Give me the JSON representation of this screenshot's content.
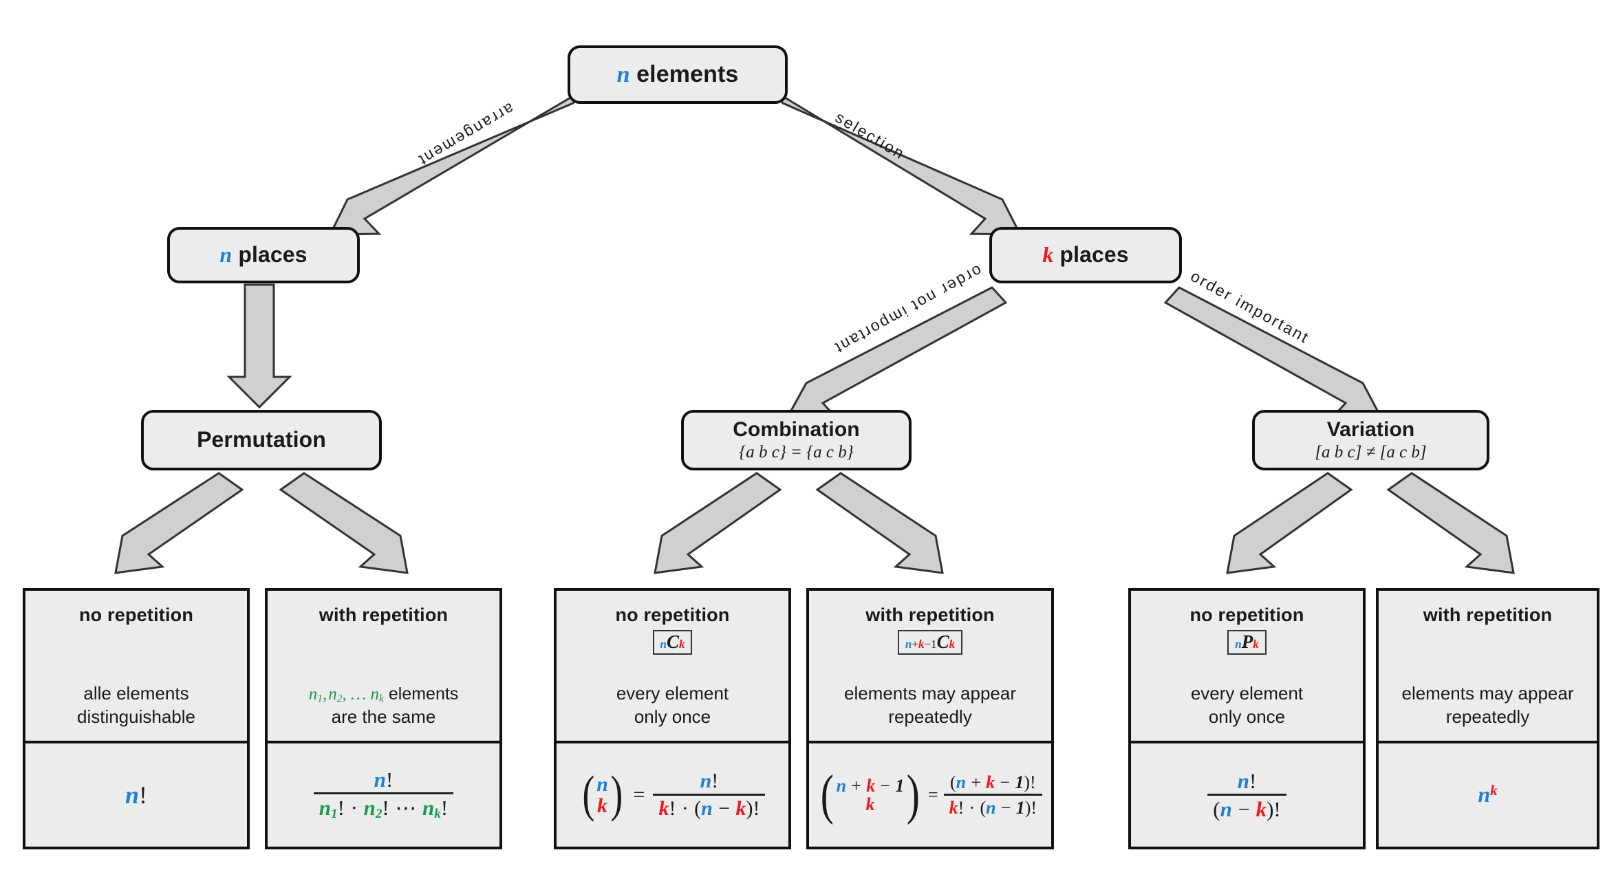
{
  "colors": {
    "n_blue": "#1f7fd0",
    "k_red": "#f51717",
    "green": "#1a9a52",
    "box_fill": "#ececec",
    "box_stroke": "#111111",
    "arrow_fill": "#d0d0d0"
  },
  "nodes": {
    "root": {
      "var": "n",
      "label": "elements"
    },
    "left_places": {
      "var": "n",
      "label": "places"
    },
    "right_places": {
      "var": "k",
      "label": "places"
    },
    "permutation": {
      "title": "Permutation",
      "sub": ""
    },
    "combination": {
      "title": "Combination",
      "sub": "{a b c} = {a c b}"
    },
    "variation": {
      "title": "Variation",
      "sub": "[a b c] ≠ [a c b]"
    }
  },
  "edge_labels": {
    "arrangement": "arrangement",
    "selection": "selection",
    "order_not_important": "order not important",
    "order_important": "order important"
  },
  "leaves": [
    {
      "head": "no repetition",
      "notation": "",
      "desc_line1": "alle elements",
      "desc_line2": "distinguishable",
      "formula": "n!"
    },
    {
      "head": "with repetition",
      "notation": "",
      "desc_line1": "n₁, n₂, … nₖ elements",
      "desc_line2": "are the same",
      "formula": "n! / (n₁! · n₂! ⋯ nₖ!)"
    },
    {
      "head": "no repetition",
      "notation": "nCk",
      "desc_line1": "every element",
      "desc_line2": "only once",
      "formula": "(n choose k) = n! / (k! · (n − k)!)"
    },
    {
      "head": "with repetition",
      "notation": "n+k−1Ck",
      "desc_line1": "elements may appear",
      "desc_line2": "repeatedly",
      "formula": "(n+k−1 choose k) = (n + k − 1)! / (k! · (n − 1)!)"
    },
    {
      "head": "no repetition",
      "notation": "nPk",
      "desc_line1": "every element",
      "desc_line2": "only once",
      "formula": "n! / (n − k)!"
    },
    {
      "head": "with repetition",
      "notation": "",
      "desc_line1": "elements may appear",
      "desc_line2": "repeatedly",
      "formula": "n^k"
    }
  ],
  "symbols": {
    "n": "n",
    "k": "k",
    "C": "C",
    "P": "P",
    "bang": "!",
    "plus": "+",
    "minus": "−",
    "one": "1",
    "cdot": "·",
    "ellipsis": "⋯",
    "equals": "=",
    "sub1": "1",
    "sub2": "2",
    "subk": "k"
  }
}
